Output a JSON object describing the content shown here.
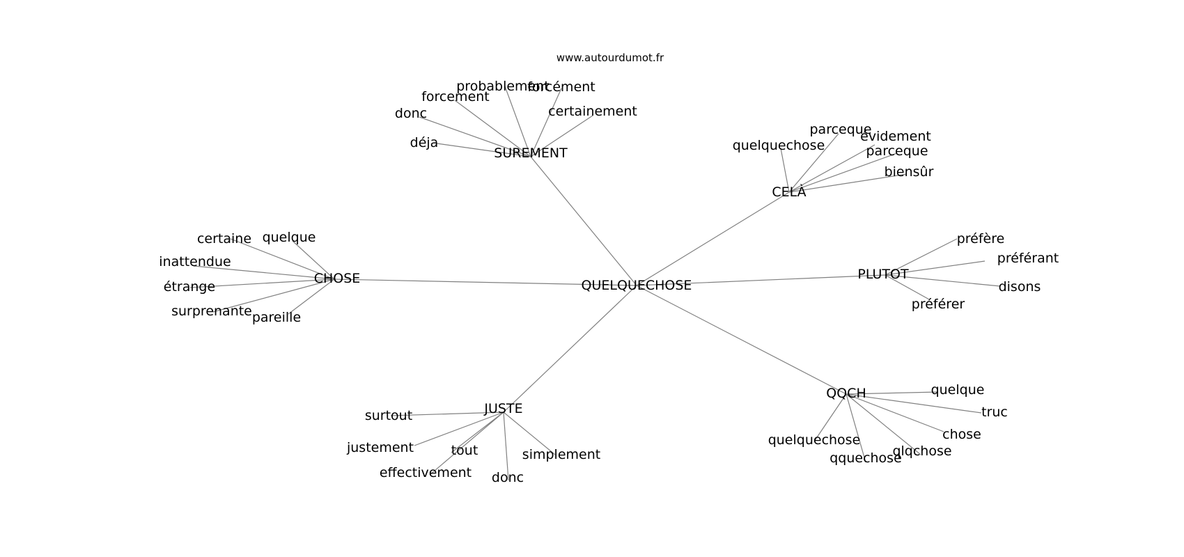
{
  "source": "www.autourdumot.fr",
  "root": "QUELQUECHOSE",
  "clusters": [
    {
      "id": "surement",
      "label": "SUREMENT",
      "leaves": [
        "probablement",
        "forcément",
        "forcement",
        "donc",
        "certainement",
        "déja"
      ]
    },
    {
      "id": "cela",
      "label": "CELÀ",
      "leaves": [
        "parceque",
        "évidement",
        "quelquechose",
        "parceque",
        "biensûr"
      ]
    },
    {
      "id": "chose",
      "label": "CHOSE",
      "leaves": [
        "certaine",
        "quelque",
        "inattendue",
        "étrange",
        "surprenante",
        "pareille"
      ]
    },
    {
      "id": "plutot",
      "label": "PLUTOT",
      "leaves": [
        "préfère",
        "préférant",
        "disons",
        "préférer"
      ]
    },
    {
      "id": "juste",
      "label": "JUSTE",
      "leaves": [
        "surtout",
        "justement",
        "tout",
        "simplement",
        "effectivement",
        "donc"
      ]
    },
    {
      "id": "qqch",
      "label": "QQCH",
      "leaves": [
        "quelque",
        "truc",
        "chose",
        "quelquechose",
        "qlqchose",
        "qquechose"
      ]
    }
  ]
}
